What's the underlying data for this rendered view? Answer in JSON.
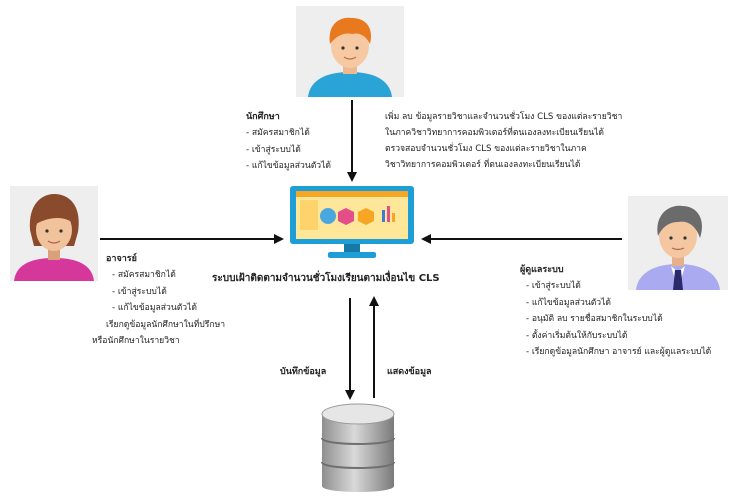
{
  "student": {
    "title": "นักศึกษา",
    "items": [
      "สมัครสมาชิกได้",
      "เข้าสู่ระบบได้",
      "แก้ไขข้อมูลส่วนตัวได้"
    ]
  },
  "top_note": {
    "lines": [
      "เพิ่ม ลบ ข้อมูลรายวิชาและจำนวนชั่วโมง CLS ของแต่ละรายวิชา",
      "ในภาควิชาวิทยาการคอมพิวเตอร์ที่ตนเองลงทะเบียนเรียนได้",
      "ตรวจสอบจำนวนชั่วโมง CLS ของแต่ละรายวิชาในภาค",
      "วิชาวิทยาการคอมพิวเตอร์ ที่ตนเองลงทะเบียนเรียนได้"
    ]
  },
  "teacher": {
    "title": "อาจารย์",
    "items": [
      "สมัครสมาชิกได้",
      "เข้าสู่ระบบได้",
      "แก้ไขข้อมูลส่วนตัวได้"
    ],
    "extra": [
      "เรียกดูข้อมูลนักศึกษาในที่ปรึกษา",
      "หรือนักศึกษาในรายวิชา"
    ]
  },
  "admin": {
    "title": "ผู้ดูแลระบบ",
    "items": [
      "เข้าสู่ระบบได้",
      "แก้ไขข้อมูลส่วนตัวได้",
      "อนุมัติ ลบ รายชื่อสมาชิกในระบบได้",
      "ตั้งค่าเริ่มต้นให้กับระบบได้",
      "เรียกดูข้อมูลนักศึกษา อาจารย์ และผู้ดูแลระบบได้"
    ]
  },
  "system": {
    "caption": "ระบบเฝ้าติดตามจำนวนชั่วโมงเรียนตามเงื่อนไข CLS"
  },
  "flows": {
    "save": "บันทึกข้อมูล",
    "show": "แสดงข้อมูล"
  }
}
